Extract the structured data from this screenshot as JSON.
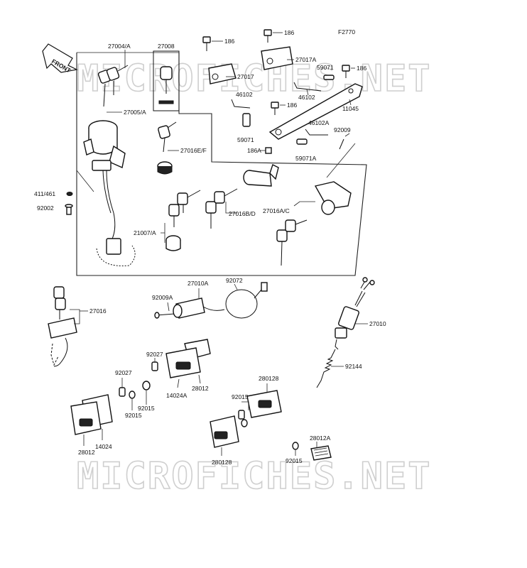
{
  "diagram": {
    "figure_code": "F2770",
    "front_label": "FRONT",
    "watermark_top": "MICROFICHES.NET",
    "watermark_bottom": "MICROFICHES.NET",
    "parts": {
      "p27004A": "27004/A",
      "p27008": "27008",
      "p186_a": "186",
      "p186_b": "186",
      "p186_c": "186",
      "p186_d": "186",
      "p186A": "186A",
      "p27017": "27017",
      "p27017A": "27017A",
      "p59071": "59071",
      "p59071_b": "59071",
      "p59071A": "59071A",
      "p46102_a": "46102",
      "p46102_b": "46102",
      "p46102A": "46102A",
      "p11045": "11045",
      "p92009": "92009",
      "p27005A": "27005/A",
      "p27016EF": "27016E/F",
      "p411461": "411/461",
      "p92002": "92002",
      "p27016BD": "27016B/D",
      "p27016AC": "27016A/C",
      "p21007A": "21007/A",
      "p27016": "27016",
      "p92009A": "92009A",
      "p27010A": "27010A",
      "p92072": "92072",
      "p27010": "27010",
      "p92144": "92144",
      "p92027_a": "92027",
      "p92027_b": "92027",
      "p28012_a": "28012",
      "p28012_b": "28012",
      "p14024A": "14024A",
      "p14024": "14024",
      "p92015_a": "92015",
      "p92015_b": "92015",
      "p92015_c": "92015",
      "p92015_d": "92015",
      "p280128_a": "280128",
      "p280128_b": "280128",
      "p28012A": "28012A"
    }
  }
}
